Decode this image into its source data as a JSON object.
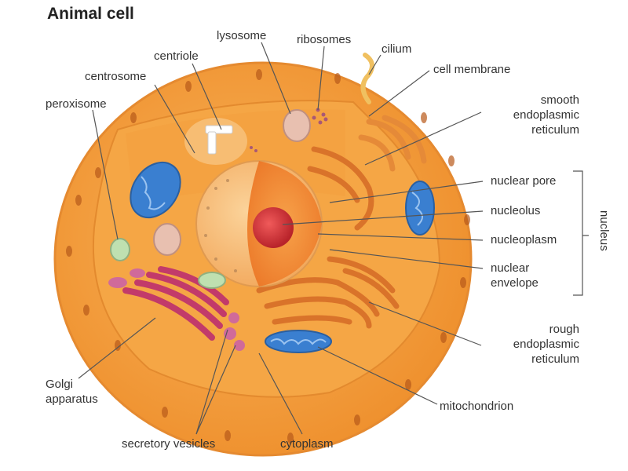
{
  "title": "Animal cell",
  "labels": {
    "lysosome": "lysosome",
    "ribosomes": "ribosomes",
    "centriole": "centriole",
    "cilium": "cilium",
    "centrosome": "centrosome",
    "cell_membrane": "cell membrane",
    "peroxisome": "peroxisome",
    "smooth_er_1": "smooth",
    "smooth_er_2": "endoplasmic",
    "smooth_er_3": "reticulum",
    "nuclear_pore": "nuclear pore",
    "nucleolus": "nucleolus",
    "nucleoplasm": "nucleoplasm",
    "nuclear_envelope_1": "nuclear",
    "nuclear_envelope_2": "envelope",
    "nucleus": "nucleus",
    "rough_er_1": "rough",
    "rough_er_2": "endoplasmic",
    "rough_er_3": "reticulum",
    "golgi_1": "Golgi",
    "golgi_2": "apparatus",
    "mitochondrion": "mitochondrion",
    "secretory_vesicles": "secretory vesicles",
    "cytoplasm": "cytoplasm"
  },
  "colors": {
    "cell_outer": "#f29a3a",
    "cell_inner": "#f7b055",
    "cytoplasm": "#f5a94a",
    "nucleus": "#f8c07a",
    "nucleolus": "#d9333a",
    "mitochondria": "#3a7fd0",
    "golgi": "#c0406a",
    "rough_er": "#e07a2a",
    "line": "#555555"
  }
}
